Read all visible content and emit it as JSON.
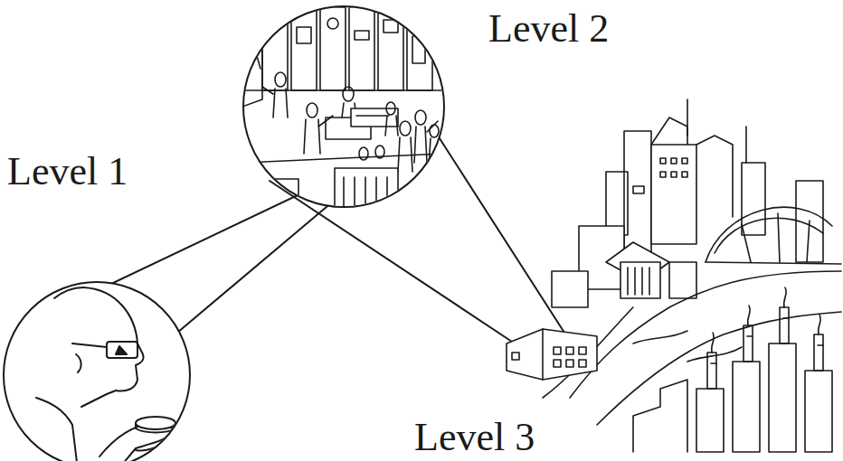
{
  "diagram": {
    "labels": [
      "Level 2",
      "Level 1",
      "Level 3"
    ]
  }
}
